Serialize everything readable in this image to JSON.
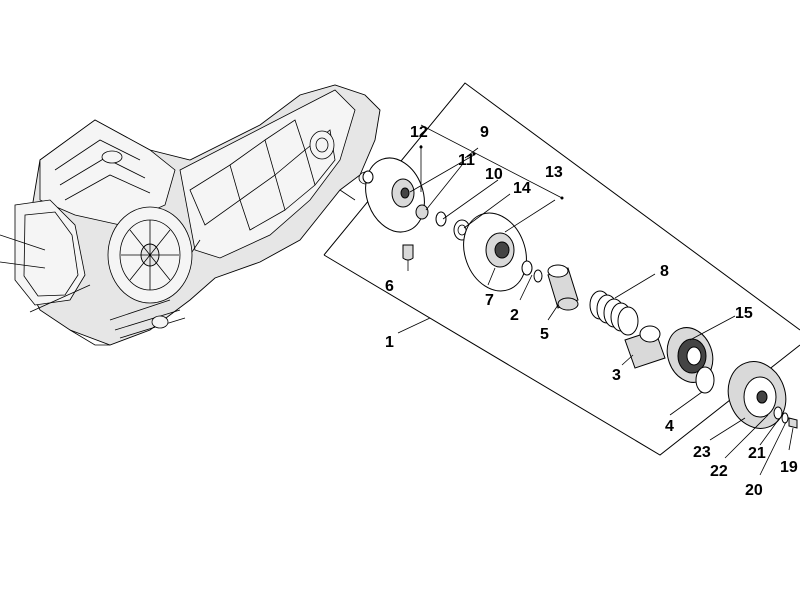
{
  "labels": [
    {
      "id": "1",
      "text": "1"
    },
    {
      "id": "2",
      "text": "2"
    },
    {
      "id": "3",
      "text": "3"
    },
    {
      "id": "4",
      "text": "4"
    },
    {
      "id": "5",
      "text": "5"
    },
    {
      "id": "6",
      "text": "6"
    },
    {
      "id": "7",
      "text": "7"
    },
    {
      "id": "8",
      "text": "8"
    },
    {
      "id": "9",
      "text": "9"
    },
    {
      "id": "10",
      "text": "10"
    },
    {
      "id": "11",
      "text": "11"
    },
    {
      "id": "12",
      "text": "12"
    },
    {
      "id": "13",
      "text": "13"
    },
    {
      "id": "14",
      "text": "14"
    },
    {
      "id": "15",
      "text": "15"
    },
    {
      "id": "19",
      "text": "19"
    },
    {
      "id": "20",
      "text": "20"
    },
    {
      "id": "21",
      "text": "21"
    },
    {
      "id": "22",
      "text": "22"
    },
    {
      "id": "23",
      "text": "23"
    }
  ]
}
